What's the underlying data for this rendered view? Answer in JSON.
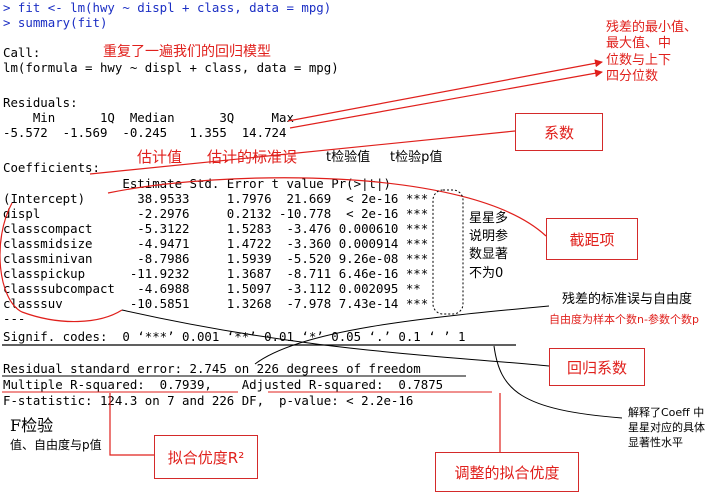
{
  "console": {
    "lines": [
      "> fit <- lm(hwy ~ displ + class, data = mpg)",
      "> summary(fit)",
      "",
      "Call:",
      "lm(formula = hwy ~ displ + class, data = mpg)",
      "",
      "Residuals:",
      "    Min      1Q  Median      3Q     Max ",
      "-5.572  -1.569  -0.245   1.355  14.724 ",
      "",
      "Coefficients:",
      "                Estimate Std. Error t value Pr(>|t|)    ",
      "(Intercept)       38.9533     1.7976  21.669  < 2e-16 ***",
      "displ             -2.2976     0.2132 -10.778  < 2e-16 ***",
      "classcompact      -5.3122     1.5283  -3.476 0.000610 ***",
      "classmidsize      -4.9471     1.4722  -3.360 0.000914 ***",
      "classminivan      -8.7986     1.5939  -5.520 9.26e-08 ***",
      "classpickup      -11.9232     1.3687  -8.711 6.46e-16 ***",
      "classsubcompact   -4.6988     1.5097  -3.112 0.002095 ** ",
      "classsuv         -10.5851     1.3268  -7.978 7.43e-14 ***",
      "---",
      "Signif. codes:  0 ‘***’ 0.001 ‘**’ 0.01 ‘*’ 0.05 ‘.’ 0.1 ‘ ’ 1",
      "",
      "Residual standard error: 2.745 on 226 degrees of freedom",
      "Multiple R-squared:  0.7939,    Adjusted R-squared:  0.7875 ",
      "F-statistic: 124.3 on 7 and 226 DF,  p-value: < 2.2e-16"
    ]
  },
  "annotations": {
    "call_note": "重复了一遍我们的回归模型",
    "residual_note": "残差的最小值、\n最大值、中\n位数与上下\n四分位数",
    "coef_box": "系数",
    "estimate": "估计值",
    "stderr": "估计的标准误",
    "tvalue": "t检验值",
    "pvalue": "t检验p值",
    "stars_note": "星星多\n说明参\n数显著\n不为0",
    "intercept_box": "截距项",
    "rse_note": "残差的标准误与自由度",
    "df_note": "自由度为样本个数n-参数个数p",
    "reg_box": "回归系数",
    "signif_note": "解释了Coeff 中\n星星对应的具体\n显著性水平",
    "ftest_title": "F检验",
    "ftest_sub": "值、自由度与p值",
    "r2_box": "拟合优度R²",
    "adjr2_box": "调整的拟合优度"
  }
}
